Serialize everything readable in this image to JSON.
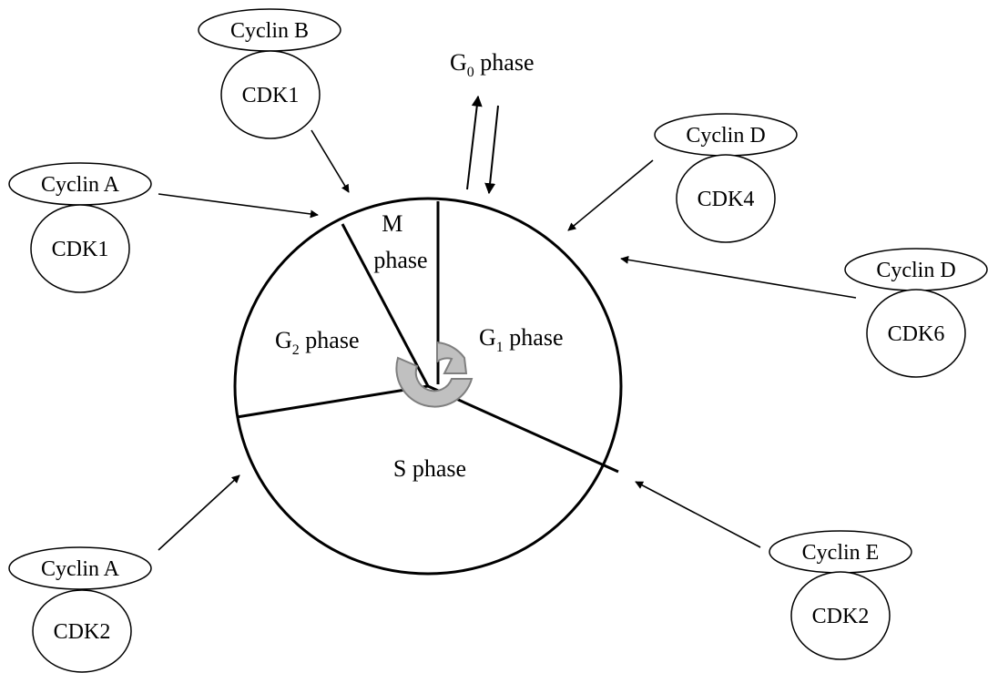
{
  "phases": {
    "g0_main": "G",
    "g0_sub": "0",
    "g0_word": " phase",
    "m_line1": "M",
    "m_line2": "phase",
    "g1_main": "G",
    "g1_sub": "1",
    "g1_word": " phase",
    "g2_main": "G",
    "g2_sub": "2",
    "g2_word": " phase",
    "s": "S phase"
  },
  "complexes": {
    "cyclinB_cdk1": {
      "cyclin": "Cyclin B",
      "cdk": "CDK1"
    },
    "cyclinA_cdk1": {
      "cyclin": "Cyclin A",
      "cdk": "CDK1"
    },
    "cyclinD_cdk4": {
      "cyclin": "Cyclin D",
      "cdk": "CDK4"
    },
    "cyclinD_cdk6": {
      "cyclin": "Cyclin D",
      "cdk": "CDK6"
    },
    "cyclinA_cdk2": {
      "cyclin": "Cyclin A",
      "cdk": "CDK2"
    },
    "cyclinE_cdk2": {
      "cyclin": "Cyclin E",
      "cdk": "CDK2"
    }
  },
  "colors": {
    "stroke": "#000000",
    "background": "#ffffff",
    "cycle_icon_fill": "#c0c0c0",
    "cycle_icon_stroke": "#7f7f7f"
  },
  "icons": {
    "center": "cycle-arrow-icon"
  }
}
